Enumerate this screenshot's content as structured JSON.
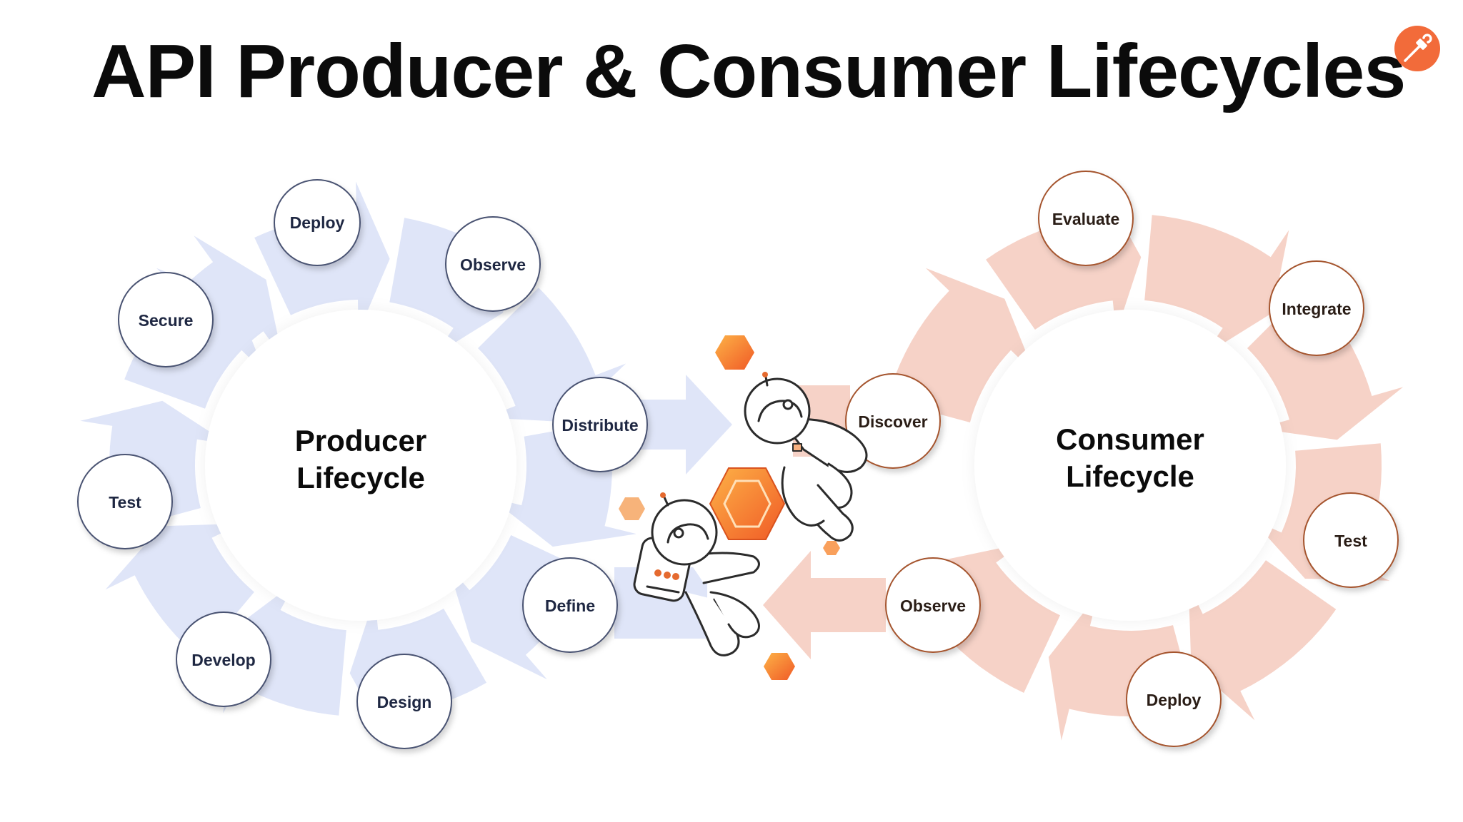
{
  "title": "API Producer & Consumer Lifecycles",
  "colors": {
    "producer_arrow": "#dfe5f8",
    "producer_border": "#4a5272",
    "producer_text": "#1e2742",
    "consumer_arrow": "#f6d2c7",
    "consumer_border": "#a5542f",
    "consumer_text": "#2a1d16",
    "accent": "#f26b3a"
  },
  "logo": {
    "icon": "postman-rocket-icon"
  },
  "producer": {
    "hub_line1": "Producer",
    "hub_line2": "Lifecycle",
    "stages": [
      "Deploy",
      "Observe",
      "Distribute",
      "Define",
      "Design",
      "Develop",
      "Test",
      "Secure"
    ]
  },
  "consumer": {
    "hub_line1": "Consumer",
    "hub_line2": "Lifecycle",
    "stages": [
      "Evaluate",
      "Integrate",
      "Test",
      "Deploy",
      "Observe",
      "Discover"
    ]
  },
  "illustration": {
    "icon": "astronauts-hexagon-icon"
  }
}
